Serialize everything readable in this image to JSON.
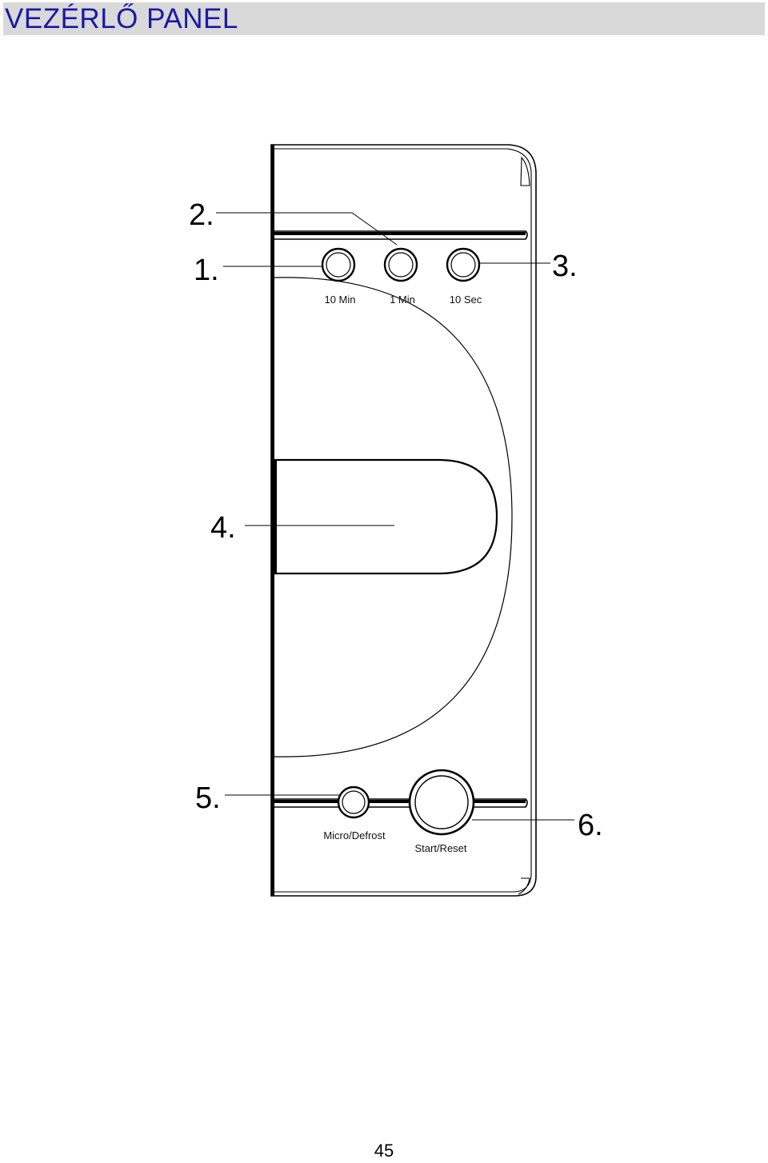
{
  "header": {
    "title": "VEZÉRLŐ PANEL"
  },
  "panel": {
    "buttons": {
      "ten_min": "10 Min",
      "one_min": "1 Min",
      "ten_sec": "10 Sec",
      "micro_defrost": "Micro/Defrost",
      "start_reset": "Start/Reset"
    },
    "callouts": {
      "c1": "1.",
      "c2": "2.",
      "c3": "3.",
      "c4": "4.",
      "c5": "5.",
      "c6": "6."
    }
  },
  "footer": {
    "page_number": "45"
  },
  "colors": {
    "title_text": "#1a1aa6",
    "title_background": "#d9d9d9",
    "line": "#000000"
  }
}
